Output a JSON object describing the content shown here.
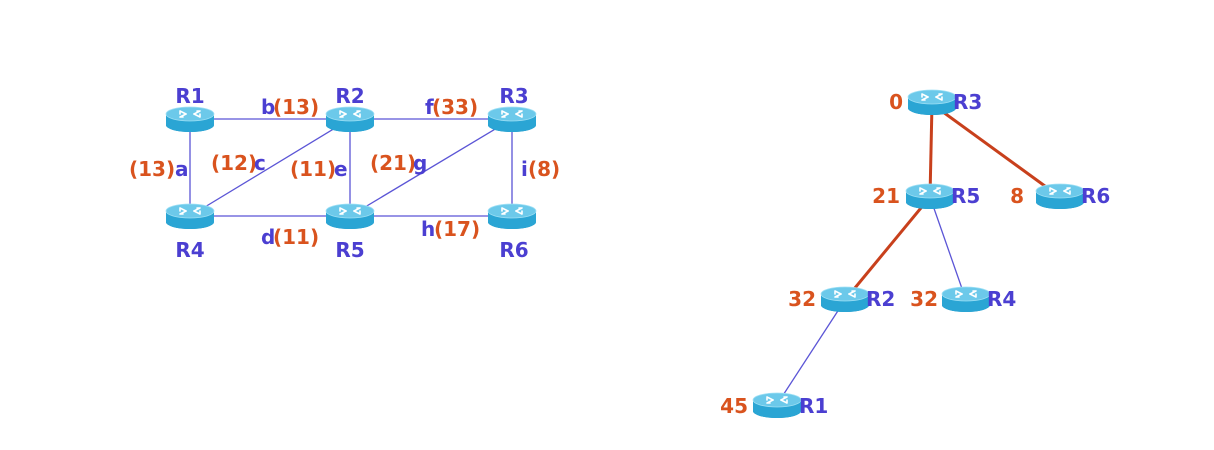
{
  "colors": {
    "router_label": "#4b3fd1",
    "cost_label": "#d9531e",
    "link_thin": "#5b55d6",
    "link_path": "#c8401c",
    "router_body": "#35b1d8",
    "router_top": "#8ad8f0"
  },
  "topology": {
    "routers": {
      "r1": "R1",
      "r2": "R2",
      "r3": "R3",
      "r4": "R4",
      "r5": "R5",
      "r6": "R6"
    },
    "links": {
      "a": {
        "name": "a",
        "cost": "(13)"
      },
      "b": {
        "name": "b",
        "cost": "(13)"
      },
      "c": {
        "name": "c",
        "cost": "(12)"
      },
      "d": {
        "name": "d",
        "cost": "(11)"
      },
      "e": {
        "name": "e",
        "cost": "(11)"
      },
      "f": {
        "name": "f",
        "cost": "(33)"
      },
      "g": {
        "name": "g",
        "cost": "(21)"
      },
      "h": {
        "name": "h",
        "cost": "(17)"
      },
      "i": {
        "name": "i",
        "cost": "(8)"
      }
    }
  },
  "tree": {
    "r3": {
      "name": "R3",
      "dist": "0"
    },
    "r5": {
      "name": "R5",
      "dist": "21"
    },
    "r6": {
      "name": "R6",
      "dist": "8"
    },
    "r2": {
      "name": "R2",
      "dist": "32"
    },
    "r4": {
      "name": "R4",
      "dist": "32"
    },
    "r1": {
      "name": "R1",
      "dist": "45"
    }
  }
}
